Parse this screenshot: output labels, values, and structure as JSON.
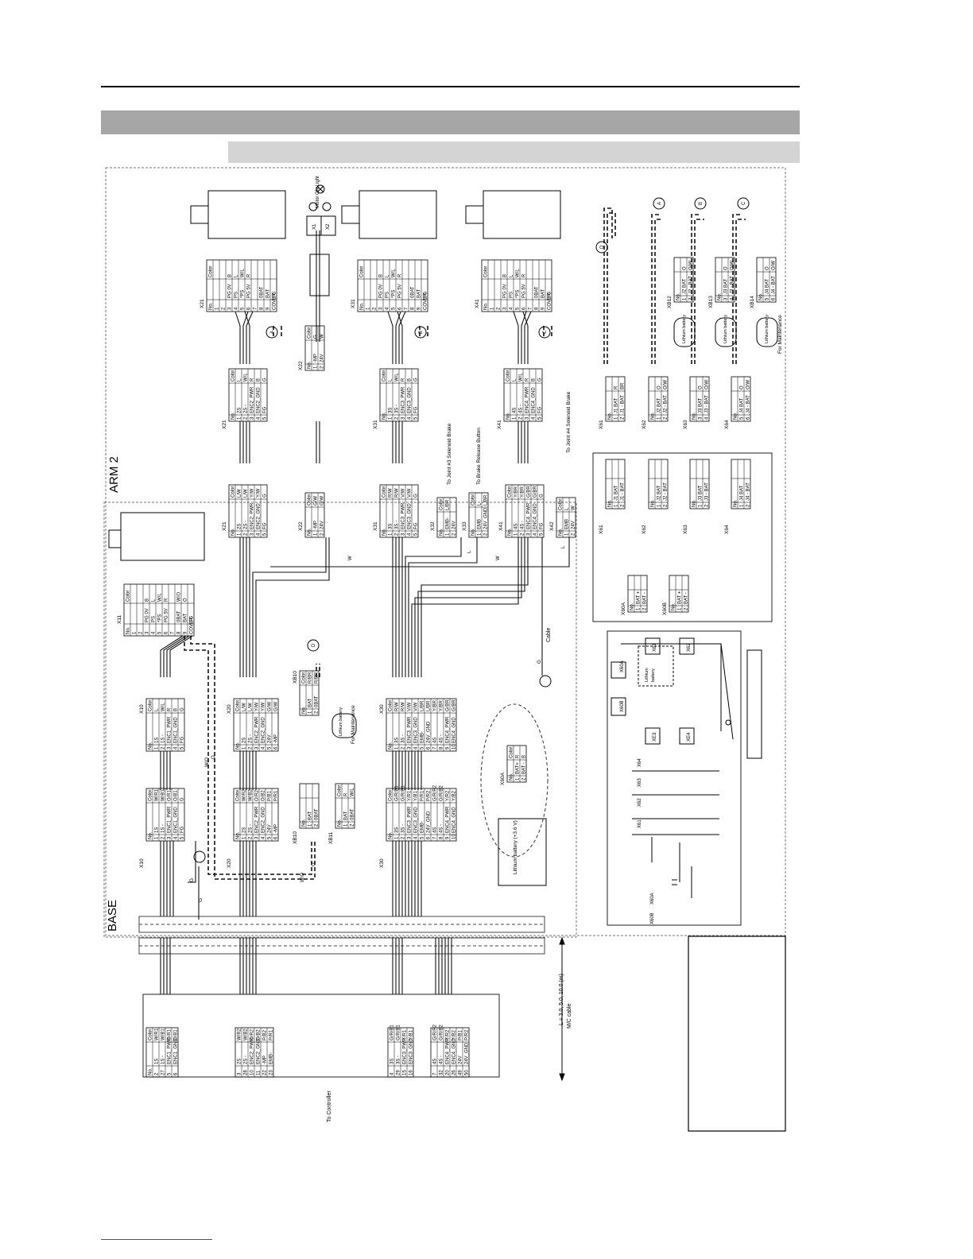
{
  "regions": {
    "arm2": "ARM 2",
    "base": "BASE"
  },
  "labels": {
    "to_controller": "To Controller",
    "mc_cable": "M/C cable",
    "cable_length": "L = 3.0, 5.0, 10.0 (m)",
    "cable": "Cable",
    "motor_on_light": "Motor ON Light",
    "for_maintenance": "For Maintenance",
    "to_joint3_brake": "To Joint #3 Solenoid Brake",
    "to_brake_release": "To Brake Release Button",
    "to_joint4_brake": "To Joint #4 Solenoid Brake",
    "lithium_battery": "Lithium battery",
    "lithium_battery_36": "Lithium battery (+3.6 V)",
    "lithium": "Lithium",
    "battery": "battery",
    "wire_g": "G",
    "wire_w": "W",
    "wire_l": "L",
    "wire_wo": "W/O",
    "wire_o": "O"
  },
  "controller_table": {
    "headers": [
      "No.",
      "Color"
    ],
    "rows": [
      [
        "2",
        "1S",
        "W/R1"
      ],
      [
        "27",
        "1S -",
        "W/B1"
      ],
      [
        "5",
        "ENC1_PWR",
        "O/R1"
      ],
      [
        "6",
        "ENC1_GND",
        "O/B1"
      ],
      [
        "3",
        "2S",
        "W/R2"
      ],
      [
        "28",
        "2S -",
        "W/B2"
      ],
      [
        "10",
        "ENC2_PWR",
        "O/R2"
      ],
      [
        "11",
        "ENC2_GND",
        "O/B2"
      ],
      [
        "22",
        "-MP",
        "P/B2"
      ],
      [
        "23",
        "EMB-",
        "P/R1"
      ],
      [
        "4",
        "3S",
        "G/R/B1"
      ],
      [
        "29",
        "3S -",
        "G/R/B1"
      ],
      [
        "15",
        "ENC3_PWR",
        "Y/R1"
      ],
      [
        "16",
        "ENC3_GND",
        "Y/B1"
      ],
      [
        "7",
        "4S",
        "G/R/R2"
      ],
      [
        "32",
        "4S -",
        "G/R/B2"
      ],
      [
        "20",
        "ENC4_PWR",
        "Y/R2"
      ],
      [
        "26",
        "ENC4_GND",
        "Y/B2"
      ],
      [
        "49",
        "24V",
        "P/B1"
      ],
      [
        "50",
        "24V_GND",
        "P/R2"
      ]
    ]
  },
  "base_tables": [
    {
      "id": "X10",
      "rows": [
        [
          "1",
          "1S",
          "W/R1"
        ],
        [
          "2",
          "1S -",
          "W/B1"
        ],
        [
          "3",
          "ENC1_PWR",
          "O/R1"
        ],
        [
          "4",
          "ENC1_GND",
          "O/B1"
        ],
        [
          "5",
          "FG",
          "G"
        ]
      ]
    },
    {
      "id": "X20",
      "rows": [
        [
          "1",
          "2S",
          "W/R2"
        ],
        [
          "2",
          "2S -",
          "W/B2"
        ],
        [
          "3",
          "ENC2_PWR",
          "O/R2"
        ],
        [
          "4",
          "ENC2_GND",
          "O/B2"
        ],
        [
          "5",
          "24V",
          "P/B1"
        ],
        [
          "6",
          "-MP",
          "P/R1"
        ]
      ]
    },
    {
      "id": "X30",
      "rows": [
        [
          "1",
          "3S",
          "G/R/B1"
        ],
        [
          "2",
          "3S -",
          "G/R/B1"
        ],
        [
          "3",
          "ENC3_PWR",
          "Y/R1"
        ],
        [
          "4",
          "ENC3_GND",
          "Y/B1"
        ],
        [
          "5",
          "EMB-",
          "P/R1"
        ],
        [
          "6",
          "24V_GND",
          "P/R2"
        ],
        [
          "7",
          "4S",
          "G/R/R2"
        ],
        [
          "8",
          "4S -",
          "G/R/B2"
        ],
        [
          "9",
          "ENC4_PWR",
          "Y/R2"
        ],
        [
          "10",
          "ENC4_GND",
          "Y/B2"
        ]
      ]
    },
    {
      "id": "XB10",
      "rows": [
        [
          "1",
          "BAT",
          ""
        ],
        [
          "2",
          "0BAT",
          ""
        ]
      ]
    },
    {
      "id": "XB11",
      "rows": [
        [
          "1",
          "BAT",
          "R"
        ],
        [
          "2",
          "0BAT",
          "W/L"
        ]
      ]
    }
  ],
  "arm_tables": [
    {
      "id": "X10",
      "rows": [
        [
          "1",
          "1S",
          "L"
        ],
        [
          "2",
          "1S -",
          "W/L"
        ],
        [
          "3",
          "ENC1_PWR",
          "R"
        ],
        [
          "4",
          "ENC1_GND",
          "B"
        ],
        [
          "5",
          "FG",
          "G"
        ]
      ]
    },
    {
      "id": "X20",
      "rows": [
        [
          "1",
          "2S",
          "L/W"
        ],
        [
          "2",
          "2S -",
          "L/W"
        ],
        [
          "3",
          "ENC2_PWR",
          "Y/W"
        ],
        [
          "4",
          "ENC2_GND",
          "Y/W"
        ],
        [
          "5",
          "24V",
          "G/W"
        ],
        [
          "6",
          "-MP",
          "G/W"
        ]
      ]
    },
    {
      "id": "XB10",
      "rows": [
        [
          "1",
          "BAT",
          "R/BR"
        ],
        [
          "2",
          "0BAT",
          "R/BR"
        ]
      ]
    },
    {
      "id": "X30",
      "rows": [
        [
          "1",
          "3S",
          "R/W"
        ],
        [
          "2",
          "3S -",
          "R/W"
        ],
        [
          "3",
          "ENC3_PWR",
          "V/W"
        ],
        [
          "4",
          "ENC3_GND",
          "V/W"
        ],
        [
          "5",
          "EMB-",
          "L/BR"
        ],
        [
          "6",
          "24V_GND",
          "L/BR"
        ],
        [
          "7",
          "4S",
          "Y/BR"
        ],
        [
          "8",
          "4S -",
          "Y/BR"
        ],
        [
          "9",
          "ENC4_PWR",
          "G/BR"
        ],
        [
          "10",
          "ENC4_GND",
          "G/BR"
        ]
      ]
    }
  ],
  "motor_tables": [
    {
      "id": "X11",
      "rows": [
        [
          "1",
          "",
          ""
        ],
        [
          "2",
          "",
          ""
        ],
        [
          "3",
          "PG 0V",
          "B"
        ],
        [
          "4",
          "PS",
          "L"
        ],
        [
          "5",
          "*PS",
          "W/L"
        ],
        [
          "6",
          "PG 5V",
          "R"
        ],
        [
          "7",
          "",
          ""
        ],
        [
          "8",
          "0BAT",
          "W/O"
        ],
        [
          "9",
          "BAT",
          "O"
        ],
        [
          "COVER",
          "FG",
          ""
        ]
      ]
    },
    {
      "id": "X21",
      "rows": [
        [
          "1",
          "",
          ""
        ],
        [
          "2",
          "",
          ""
        ],
        [
          "3",
          "PG 0V",
          "B"
        ],
        [
          "4",
          "PS",
          "L"
        ],
        [
          "5",
          "*PS",
          "W/L"
        ],
        [
          "6",
          "PG 5V",
          "R"
        ],
        [
          "7",
          "",
          ""
        ],
        [
          "8",
          "0BAT",
          ""
        ],
        [
          "9",
          "BAT",
          ""
        ],
        [
          "COVER",
          "FG",
          ""
        ]
      ]
    },
    {
      "id": "X31",
      "rows": [
        [
          "1",
          "",
          ""
        ],
        [
          "2",
          "",
          ""
        ],
        [
          "3",
          "PG 0V",
          "B"
        ],
        [
          "4",
          "PS",
          "L"
        ],
        [
          "5",
          "*PS",
          "W/L"
        ],
        [
          "6",
          "PG 5V",
          "R"
        ],
        [
          "7",
          "",
          ""
        ],
        [
          "8",
          "0BAT",
          ""
        ],
        [
          "9",
          "BAT",
          ""
        ],
        [
          "COVER",
          "FG",
          ""
        ]
      ]
    },
    {
      "id": "X41",
      "rows": [
        [
          "1",
          "",
          ""
        ],
        [
          "2",
          "",
          ""
        ],
        [
          "3",
          "PG 0V",
          "B"
        ],
        [
          "4",
          "PS",
          "L"
        ],
        [
          "5",
          "*PS",
          "W/L"
        ],
        [
          "6",
          "PG 5V",
          "R"
        ],
        [
          "7",
          "",
          ""
        ],
        [
          "8",
          "0BAT",
          ""
        ],
        [
          "9",
          "BAT",
          ""
        ],
        [
          "COVER",
          "FG",
          ""
        ]
      ]
    }
  ],
  "relay_tables": [
    {
      "id": "X21",
      "rows": [
        [
          "1",
          "2S",
          "L/W"
        ],
        [
          "2",
          "2S -",
          "L/W"
        ],
        [
          "3",
          "ENC2_PWR",
          "Y/W"
        ],
        [
          "4",
          "ENC2_GND",
          "Y/W"
        ],
        [
          "5",
          "FG",
          "G"
        ]
      ]
    },
    {
      "id": "X22",
      "rows": [
        [
          "1",
          "-MP",
          "G/W"
        ],
        [
          "2",
          "24V",
          "G/W"
        ]
      ]
    },
    {
      "id": "X31",
      "rows": [
        [
          "1",
          "3S",
          "R/W"
        ],
        [
          "2",
          "3S -",
          "R/W"
        ],
        [
          "3",
          "ENC3_PWR",
          "V/W"
        ],
        [
          "4",
          "ENC3_GND",
          "V/W"
        ],
        [
          "5",
          "FG",
          "G"
        ]
      ]
    },
    {
      "id": "X32",
      "rows": [
        [
          "1",
          "EMB-",
          "L/BR"
        ],
        [
          "2",
          "24V",
          ""
        ]
      ]
    },
    {
      "id": "X33",
      "rows": [
        [
          "1",
          "EMB",
          "L"
        ],
        [
          "2",
          "24V_GND",
          "L/BR"
        ]
      ]
    },
    {
      "id": "X41",
      "rows": [
        [
          "1",
          "4S",
          "Y/BR"
        ],
        [
          "2",
          "4S -",
          "Y/BR"
        ],
        [
          "3",
          "ENC4_PWR",
          "G/BR"
        ],
        [
          "4",
          "ENC4_GND",
          "G/BR"
        ],
        [
          "5",
          "FG",
          "G"
        ]
      ]
    },
    {
      "id": "X42",
      "rows": [
        [
          "1",
          "EMB",
          "L"
        ],
        [
          "2",
          "24V",
          "W"
        ]
      ]
    }
  ],
  "encoder_tables": [
    {
      "id": "X21",
      "rows": [
        [
          "1",
          "2S",
          "L"
        ],
        [
          "2",
          "2S -",
          "W/L"
        ],
        [
          "3",
          "ENC2_PWR",
          "R"
        ],
        [
          "4",
          "ENC2_GND",
          "B"
        ],
        [
          "5",
          "FG",
          "G"
        ]
      ]
    },
    {
      "id": "X22",
      "rows": [
        [
          "1",
          "-MP",
          "G"
        ],
        [
          "2",
          "24V",
          "W"
        ]
      ]
    },
    {
      "id": "X31",
      "rows": [
        [
          "1",
          "3S",
          "L"
        ],
        [
          "2",
          "3S -",
          "W/L"
        ],
        [
          "3",
          "ENC3_PWR",
          "R"
        ],
        [
          "4",
          "ENC3_GND",
          "B"
        ],
        [
          "5",
          "FG",
          "G"
        ]
      ]
    },
    {
      "id": "X41",
      "rows": [
        [
          "1",
          "4S",
          "L"
        ],
        [
          "2",
          "4S -",
          "W/L"
        ],
        [
          "3",
          "ENC4_PWR",
          "R"
        ],
        [
          "4",
          "ENC4_GND",
          "B"
        ],
        [
          "5",
          "FG",
          "G"
        ]
      ]
    }
  ],
  "battery_tables": [
    {
      "id": "X61",
      "rows": [
        [
          "1",
          "J1 BAT",
          "R"
        ],
        [
          "2",
          "J1 - BAT",
          "BR"
        ]
      ]
    },
    {
      "id": "X62",
      "rows": [
        [
          "1",
          "J2 BAT",
          "O"
        ],
        [
          "2",
          "J2 - BAT",
          "O/W"
        ]
      ]
    },
    {
      "id": "X63",
      "rows": [
        [
          "3",
          "J3 BAT",
          "O"
        ],
        [
          "4",
          "J3 - BAT",
          "O/W"
        ]
      ]
    },
    {
      "id": "X64",
      "rows": [
        [
          "5",
          "J4 BAT",
          "O"
        ],
        [
          "6",
          "J4 - BAT",
          "O/W"
        ]
      ]
    },
    {
      "id": "XB12",
      "rows": [
        [
          "1",
          "J2 BAT",
          "O"
        ],
        [
          "2",
          "J2 - BAT",
          "O/W"
        ]
      ]
    },
    {
      "id": "XB13",
      "rows": [
        [
          "3",
          "J3 BAT",
          "O"
        ],
        [
          "4",
          "J3 - BAT",
          "O/W"
        ]
      ]
    },
    {
      "id": "XB14",
      "rows": [
        [
          "5",
          "J4 BAT",
          "O"
        ],
        [
          "6",
          "J4 - BAT",
          "O/W"
        ]
      ]
    }
  ],
  "x60_tables": [
    {
      "id": "X60A",
      "rows": [
        [
          "1",
          "BAT+",
          "R"
        ],
        [
          "2",
          "BAT -",
          "B"
        ]
      ]
    },
    {
      "id": "X60A",
      "rows": [
        [
          "1",
          "BAT +",
          ""
        ],
        [
          "2",
          "BAT -",
          ""
        ]
      ]
    },
    {
      "id": "X60B",
      "rows": [
        [
          "1",
          "BAT +",
          ""
        ],
        [
          "2",
          "BAT -",
          ""
        ]
      ]
    }
  ],
  "side_tables": [
    {
      "id": "X61",
      "rows": [
        [
          "1",
          "J1 BAT"
        ],
        [
          "2",
          "J1 - BAT"
        ]
      ]
    },
    {
      "id": "X62",
      "rows": [
        [
          "1",
          "J2 BAT"
        ],
        [
          "2",
          "J2 - BAT"
        ]
      ]
    },
    {
      "id": "X63",
      "rows": [
        [
          "1",
          "J3 BAT"
        ],
        [
          "2",
          "J3 - BAT"
        ]
      ]
    },
    {
      "id": "X64",
      "rows": [
        [
          "1",
          "J4 BAT"
        ],
        [
          "2",
          "J4 - BAT"
        ]
      ]
    }
  ],
  "connector_ids": [
    "X1",
    "X2",
    "X60A",
    "X60B",
    "X61",
    "X62",
    "X63",
    "X64",
    "XE3",
    "XE4"
  ],
  "markers": [
    "A",
    "B",
    "C",
    "D"
  ]
}
